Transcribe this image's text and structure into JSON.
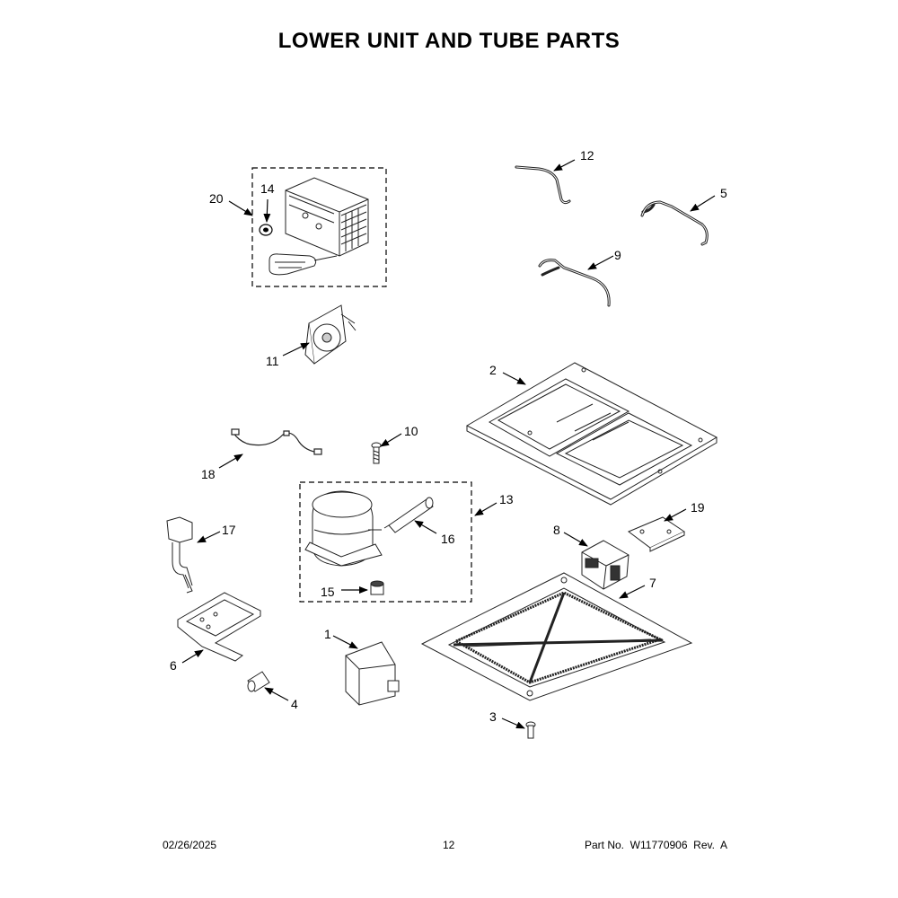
{
  "title": "LOWER UNIT AND TUBE PARTS",
  "callouts": {
    "c1": "1",
    "c2": "2",
    "c3": "3",
    "c4": "4",
    "c5": "5",
    "c6": "6",
    "c7": "7",
    "c8": "8",
    "c9": "9",
    "c10": "10",
    "c11": "11",
    "c12": "12",
    "c13": "13",
    "c14": "14",
    "c15": "15",
    "c16": "16",
    "c17": "17",
    "c18": "18",
    "c19": "19",
    "c20": "20"
  },
  "footer": {
    "date": "02/26/2025",
    "page": "12",
    "part_no": "Part No.  W11770906  Rev.  A"
  }
}
